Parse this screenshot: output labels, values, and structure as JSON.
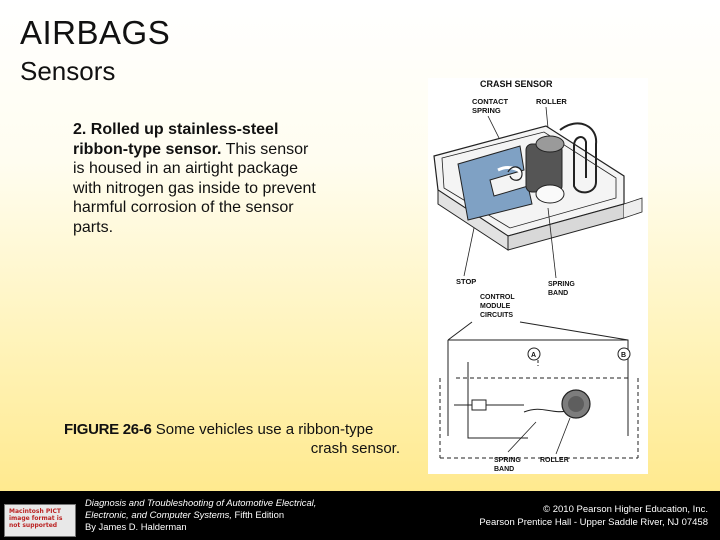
{
  "slide": {
    "title": "AIRBAGS",
    "subtitle": "Sensors",
    "body_bold": "2. Rolled up stainless-steel ribbon-type sensor.",
    "body_rest": " This sensor is housed in an airtight package with nitrogen gas inside to prevent harmful corrosion of the sensor parts."
  },
  "figure": {
    "caption_label": "FIGURE 26-6",
    "caption_line1": " Some vehicles use a ribbon-type",
    "caption_line2": "crash sensor.",
    "labels": {
      "title": "CRASH SENSOR",
      "contact": "CONTACT",
      "spring": "SPRING",
      "roller_top": "ROLLER",
      "stop": "STOP",
      "control": "CONTROL",
      "module": "MODULE",
      "circuits": "CIRCUITS",
      "spring_band_top_1": "SPRING",
      "spring_band_top_2": "BAND",
      "a": "A",
      "b": "B",
      "spring_band_bottom_1": "SPRING",
      "spring_band_bottom_2": "BAND",
      "roller_bottom": "ROLLER"
    },
    "colors": {
      "sensor_blue": "#7fa1c4",
      "outline": "#222222"
    }
  },
  "footer": {
    "logo_text": "Macintosh PICT image format is not supported",
    "book_line1": "Diagnosis and Troubleshooting of Automotive Electrical,",
    "book_line2": "Electronic, and Computer Systems,",
    "book_line2_plain": " Fifth Edition",
    "author": "By James D. Halderman",
    "copyright": "© 2010 Pearson Higher Education, Inc.",
    "publisher": "Pearson Prentice Hall - Upper Saddle River, NJ 07458"
  }
}
